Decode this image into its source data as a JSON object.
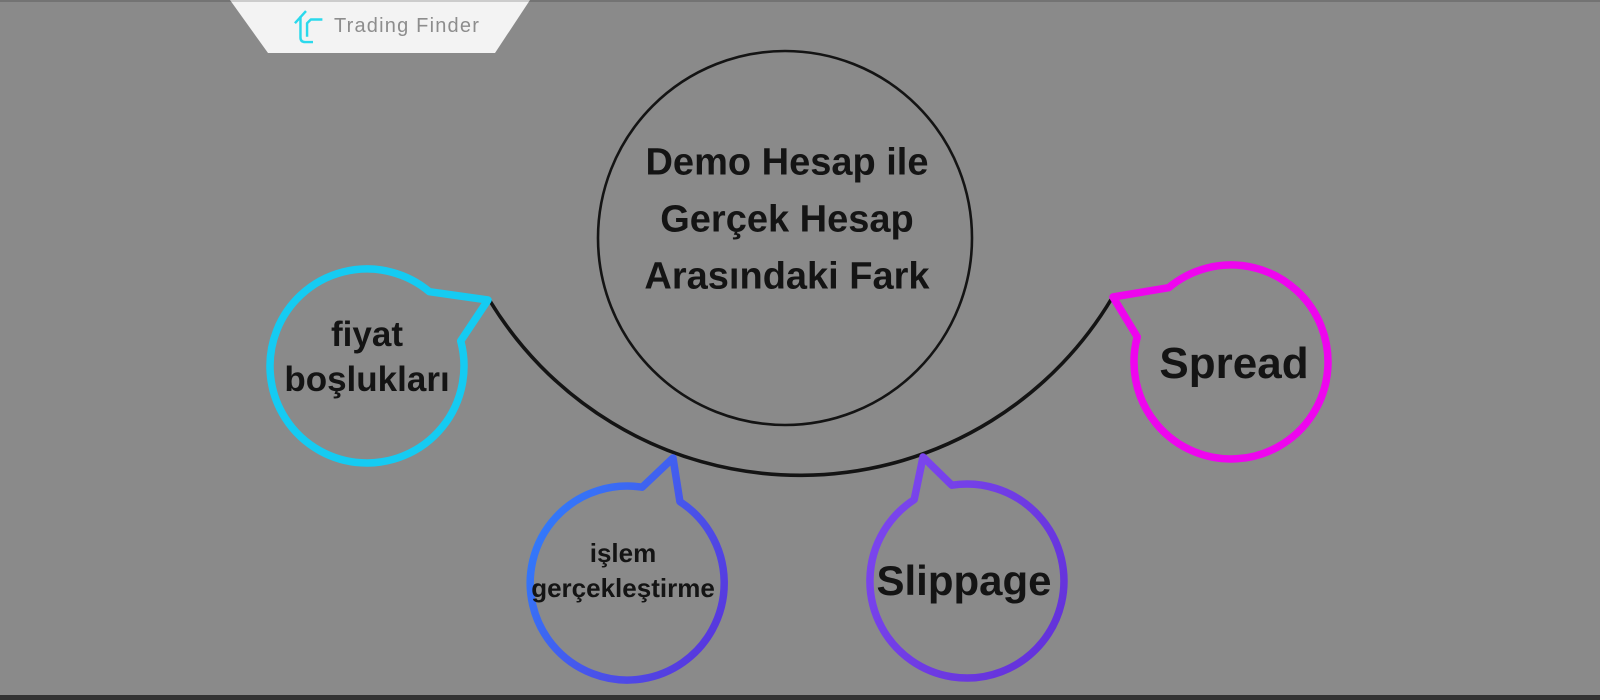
{
  "background_color": "#8a8a8a",
  "brand": {
    "name": "Trading Finder",
    "badge_color": "#f3f3f3",
    "logo_color": "#2bd9ec",
    "text_color": "#8d8d8d"
  },
  "diagram": {
    "connector_color": "#141414",
    "center_node": {
      "title_lines": [
        "Demo Hesap ile",
        "Gerçek Hesap",
        "Arasındaki Fark"
      ],
      "title": "Demo Hesap ile Gerçek Hesap Arasındaki Fark"
    },
    "nodes": [
      {
        "id": "fiyat-bosluklari",
        "label_lines": [
          "fiyat",
          "boşlukları"
        ],
        "stroke": "#15cbf2"
      },
      {
        "id": "islem-gerceklestirme",
        "label_lines": [
          "işlem",
          "gerçekleştirme"
        ],
        "stroke_start": "#2f7efc",
        "stroke_end": "#5b33dc"
      },
      {
        "id": "slippage",
        "label_lines": [
          "Slippage"
        ],
        "stroke_start": "#7c46ee",
        "stroke_end": "#6231d9"
      },
      {
        "id": "spread",
        "label_lines": [
          "Spread"
        ],
        "stroke": "#ee05ee"
      }
    ]
  }
}
